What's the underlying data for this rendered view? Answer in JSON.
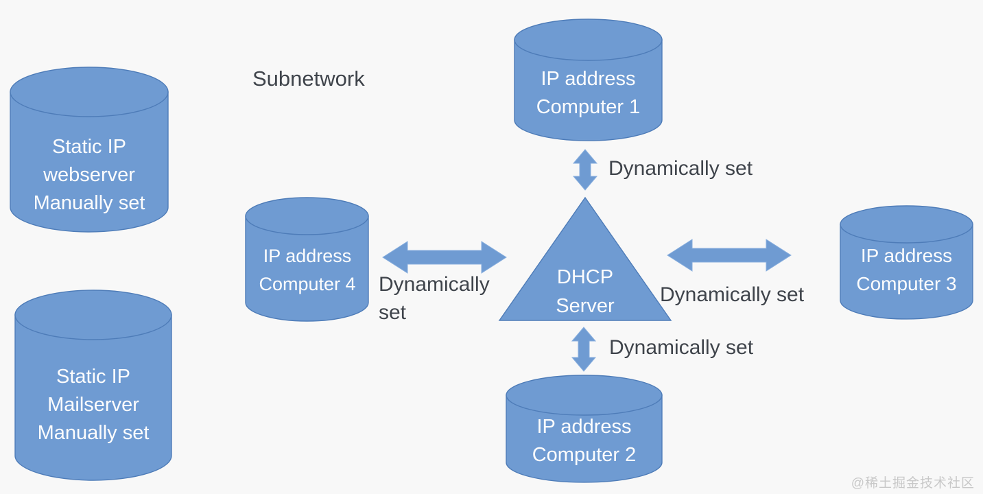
{
  "diagram": {
    "title": "Subnetwork",
    "watermark": "@稀土掘金技术社区",
    "colors": {
      "node_fill": "#6f9bd2",
      "node_stroke": "#4e7cb8",
      "node_text": "#fdfdfd",
      "label_text": "#3f444b",
      "background": "#f8f8f8"
    },
    "nodes": {
      "webserver": {
        "line1": "Static IP",
        "line2": "webserver",
        "line3": "Manually set"
      },
      "mailserver": {
        "line1": "Static IP",
        "line2": "Mailserver",
        "line3": "Manually set"
      },
      "computer1": {
        "line1": "IP address",
        "line2": "Computer 1"
      },
      "computer2": {
        "line1": "IP address",
        "line2": "Computer 2"
      },
      "computer3": {
        "line1": "IP address",
        "line2": "Computer 3"
      },
      "computer4": {
        "line1": "IP address",
        "line2": "Computer 4"
      },
      "dhcp_server": {
        "line1": "DHCP",
        "line2": "Server"
      }
    },
    "connections": {
      "computer1": {
        "label": "Dynamically set"
      },
      "computer2": {
        "label": "Dynamically set"
      },
      "computer3": {
        "label": "Dynamically set"
      },
      "computer4": {
        "label": "Dynamically set"
      }
    }
  }
}
